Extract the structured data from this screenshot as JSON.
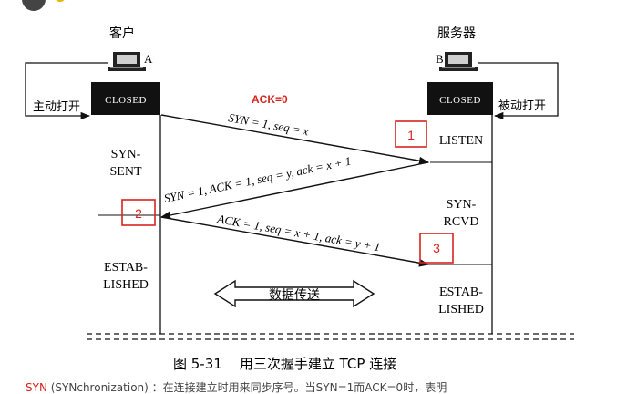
{
  "client": {
    "title": "客户",
    "host": "A",
    "state_box": "CLOSED",
    "action": "主动打开"
  },
  "server": {
    "title": "服务器",
    "host": "B",
    "state_box": "CLOSED",
    "action": "被动打开"
  },
  "ack_zero": "ACK=0",
  "messages": [
    {
      "text": "SYN = 1, seq = x"
    },
    {
      "text": "SYN = 1, ACK = 1, seq = y, ack = x + 1"
    },
    {
      "text": "ACK = 1, seq = x + 1, ack = y + 1"
    }
  ],
  "client_states": {
    "syn_sent_1": "SYN-",
    "syn_sent_2": "SENT",
    "established_1": "ESTAB-",
    "established_2": "LISHED"
  },
  "server_states": {
    "listen": "LISTEN",
    "syn_rcvd_1": "SYN-",
    "syn_rcvd_2": "RCVD",
    "established_1": "ESTAB-",
    "established_2": "LISHED"
  },
  "markers": {
    "m1": "1",
    "m2": "2",
    "m3": "3"
  },
  "data_transfer": "数据传送",
  "figure_caption": "图 5-31    用三次握手建立 TCP 连接",
  "bottom_text": {
    "keyword": "SYN",
    "rest": " (SYNchronization) ：在连接建立时用来同步序号。当SYN=1而ACK=0时，表明"
  },
  "colors": {
    "annotation_red": "#d8231e",
    "ink": "#111111"
  }
}
